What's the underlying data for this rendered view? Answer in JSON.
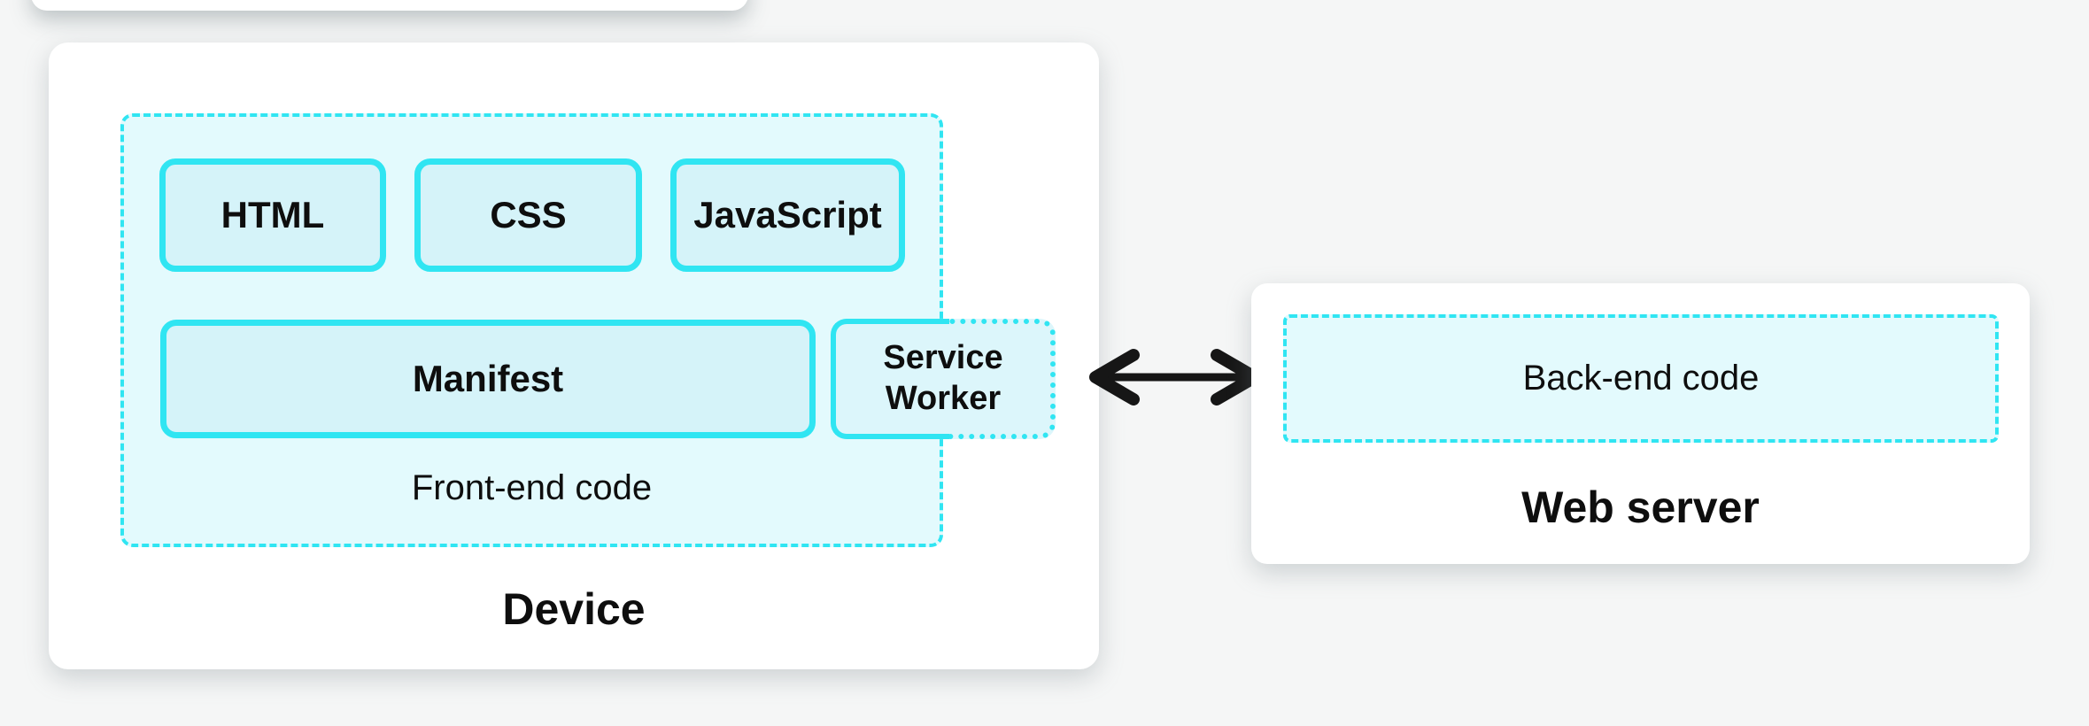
{
  "device": {
    "label": "Device",
    "frontend": {
      "label": "Front-end code",
      "technologies": [
        {
          "label": "HTML"
        },
        {
          "label": "CSS"
        },
        {
          "label": "JavaScript"
        }
      ],
      "manifest": {
        "label": "Manifest"
      },
      "service_worker": {
        "label": "Service Worker"
      }
    }
  },
  "server": {
    "label": "Web server",
    "backend": {
      "label": "Back-end code"
    }
  },
  "connection": {
    "icon": "double-headed-arrow",
    "color": "#161616"
  },
  "colors": {
    "accent_cyan": "#30e5f2",
    "container_fill": "#e3fafd",
    "node_fill": "#d5f3f9",
    "service_worker_fill": "#dcf6fb",
    "card_background": "#ffffff",
    "page_background": "#f5f6f6",
    "text": "#0e0e0e"
  }
}
